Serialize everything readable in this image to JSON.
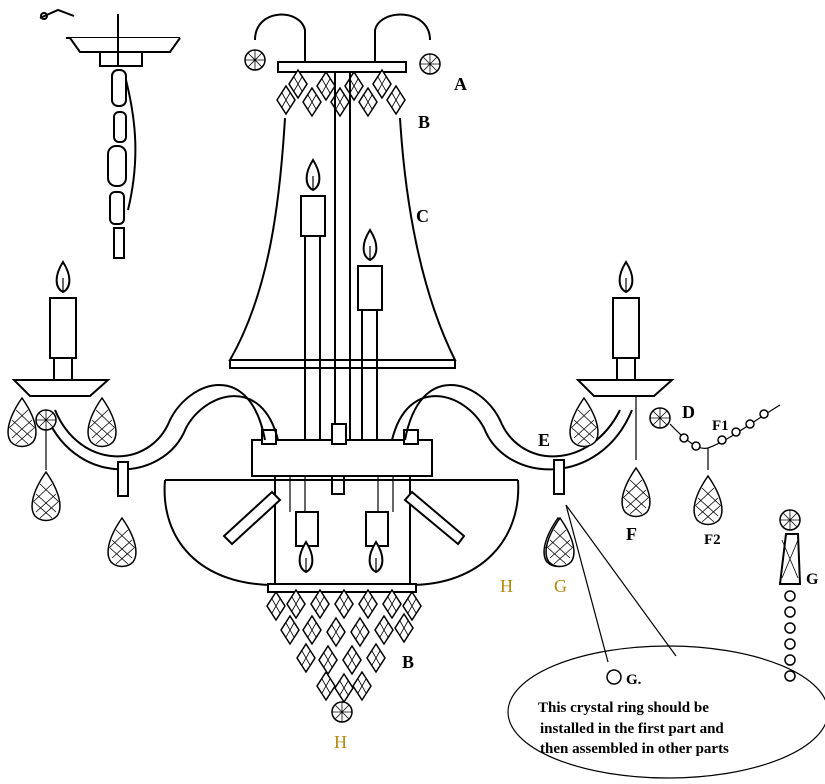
{
  "labels": {
    "A": "A",
    "B_top": "B",
    "C": "C",
    "D": "D",
    "E": "E",
    "F": "F",
    "F1": "F1",
    "F2": "F2",
    "G_arm": "G",
    "G_side": "G",
    "H_right": "H",
    "B_bottom": "B",
    "H_bottom": "H"
  },
  "note": {
    "heading": "G.",
    "line1": "This crystal ring should be",
    "line2": "installed in the first part and",
    "line3": "then assembled in other parts"
  },
  "colors": {
    "line": "#000000",
    "label_highlight": "#b8860b",
    "background": "#ffffff"
  }
}
